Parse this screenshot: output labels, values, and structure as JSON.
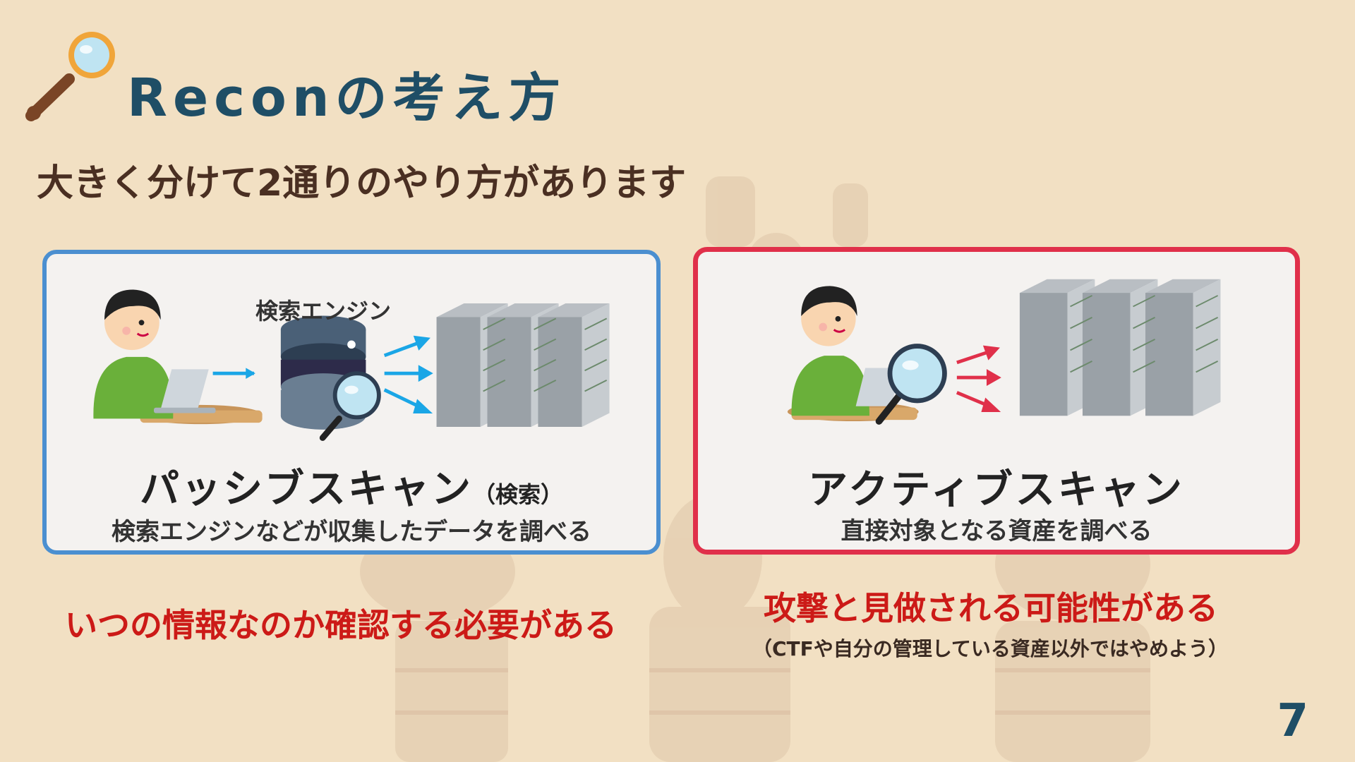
{
  "slide": {
    "title": "Reconの考え方",
    "subtitle": "大きく分けて2通りのやり方があります",
    "page_number": "7"
  },
  "passive": {
    "engine_label": "検索エンジン",
    "heading": "パッシブスキャン",
    "heading_suffix": "（検索）",
    "description": "検索エンジンなどが収集したデータを調べる",
    "note": "いつの情報なのか確認する必要がある",
    "frame_color": "#4b8fd0",
    "arrow_color": "#1aa6e6"
  },
  "active": {
    "heading": "アクティブスキャン",
    "description": "直接対象となる資産を調べる",
    "note": "攻撃と見做される可能性がある",
    "note_sub": "（CTFや自分の管理している資産以外ではやめよう）",
    "frame_color": "#e0304a",
    "arrow_color": "#e0304a"
  },
  "colors": {
    "background": "#f2e0c3",
    "title": "#1f4e66",
    "note": "#cc1a17"
  },
  "icons": [
    "magnifier-icon",
    "person-laptop-icon",
    "database-icon",
    "server-rack-icon",
    "arrow-icon"
  ]
}
